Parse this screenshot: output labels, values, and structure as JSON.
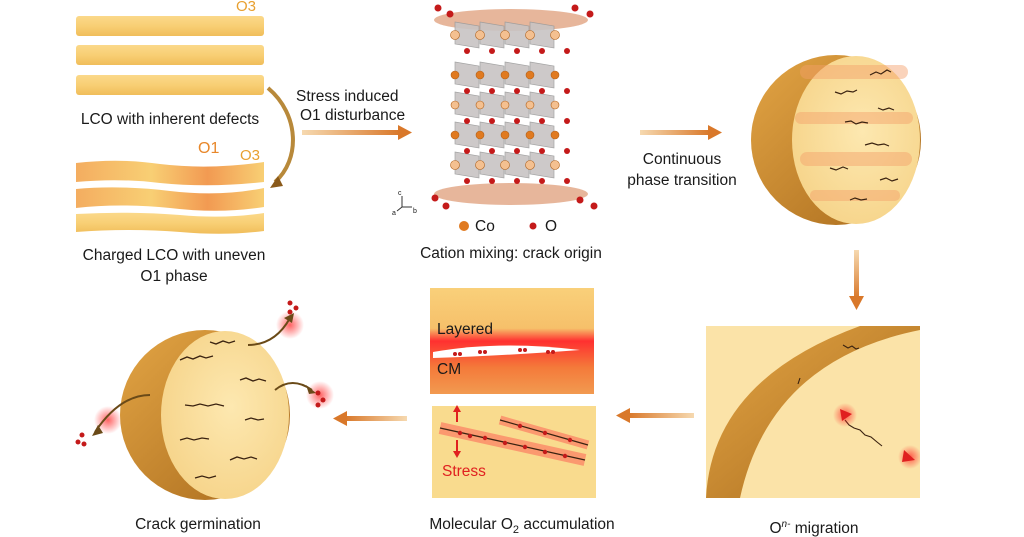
{
  "labels": {
    "o3_top": "O3",
    "lco_defects": "LCO with inherent defects",
    "o1": "O1",
    "o3_charged": "O3",
    "charged_line1": "Charged LCO with uneven",
    "charged_line2": "O1 phase",
    "stress_line1": "Stress induced",
    "stress_line2": "O1 disturbance",
    "legend_co": "Co",
    "legend_o": "O",
    "cation_mixing": "Cation mixing: crack origin",
    "continuous_line1": "Continuous",
    "continuous_line2": "phase transition",
    "layered": "Layered",
    "cm": "CM",
    "stress": "Stress",
    "o2_prefix": "Molecular O",
    "o2_sub": "2",
    "o2_suffix": " accumulation",
    "on_prefix": "O",
    "on_sup": "n-",
    "on_suffix": " migration",
    "crack_germination": "Crack germination",
    "axis_c": "c",
    "axis_a": "a",
    "axis_b": "b"
  },
  "colors": {
    "layer": "#f8cf74",
    "o1": "#f2a656",
    "sphere_face": "#fbe1a0",
    "sphere_rim": "#c98a2c",
    "arrow": "#d98a2a",
    "oxygen": "#c41a1a",
    "cobalt": "#e07a20",
    "stress_red": "#e02020"
  }
}
